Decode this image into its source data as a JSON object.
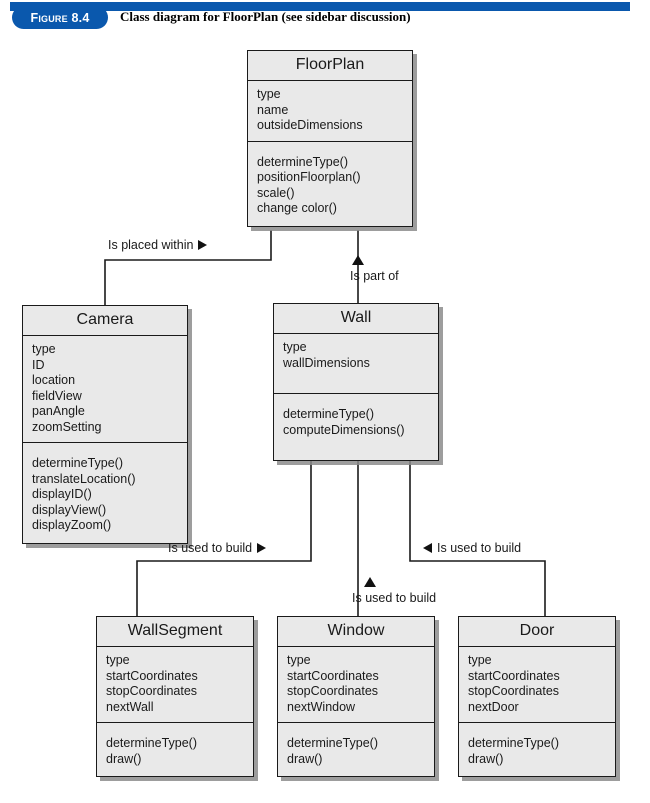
{
  "header": {
    "badge": "Figure 8.4",
    "caption": "Class diagram for FloorPlan (see sidebar discussion)",
    "accent_color": "#0a58ad"
  },
  "diagram": {
    "type": "uml-class-diagram",
    "box_fill": "#e9e9e9",
    "box_border": "#1a1a1a",
    "classes": [
      {
        "id": "floorplan",
        "name": "FloorPlan",
        "attributes": [
          "type",
          "name",
          "outsideDimensions"
        ],
        "operations": [
          "determineType()",
          "positionFloorplan()",
          "scale()",
          "change color()"
        ]
      },
      {
        "id": "camera",
        "name": "Camera",
        "attributes": [
          "type",
          "ID",
          "location",
          "fieldView",
          "panAngle",
          "zoomSetting"
        ],
        "operations": [
          "determineType()",
          "translateLocation()",
          "displayID()",
          "displayView()",
          "displayZoom()"
        ]
      },
      {
        "id": "wall",
        "name": "Wall",
        "attributes": [
          "type",
          "wallDimensions"
        ],
        "operations": [
          "determineType()",
          "computeDimensions()"
        ]
      },
      {
        "id": "wallsegment",
        "name": "WallSegment",
        "attributes": [
          "type",
          "startCoordinates",
          "stopCoordinates",
          "nextWall"
        ],
        "operations": [
          "determineType()",
          "draw()"
        ]
      },
      {
        "id": "window",
        "name": "Window",
        "attributes": [
          "type",
          "startCoordinates",
          "stopCoordinates",
          "nextWindow"
        ],
        "operations": [
          "determineType()",
          "draw()"
        ]
      },
      {
        "id": "door",
        "name": "Door",
        "attributes": [
          "type",
          "startCoordinates",
          "stopCoordinates",
          "nextDoor"
        ],
        "operations": [
          "determineType()",
          "draw()"
        ]
      }
    ],
    "relationships": [
      {
        "id": "rel-placed-within",
        "label": "Is placed within",
        "arrow": "right",
        "from": "floorplan",
        "to": "camera"
      },
      {
        "id": "rel-part-of",
        "label": "Is part of",
        "arrow": "up",
        "from": "wall",
        "to": "floorplan"
      },
      {
        "id": "rel-build-wallsegment",
        "label": "Is used to build",
        "arrow": "right",
        "from": "wall",
        "to": "wallsegment"
      },
      {
        "id": "rel-build-window",
        "label": "Is used to build",
        "arrow": "up",
        "from": "window",
        "to": "wall"
      },
      {
        "id": "rel-build-door",
        "label": "Is used to build",
        "arrow": "left",
        "from": "wall",
        "to": "door"
      }
    ]
  }
}
